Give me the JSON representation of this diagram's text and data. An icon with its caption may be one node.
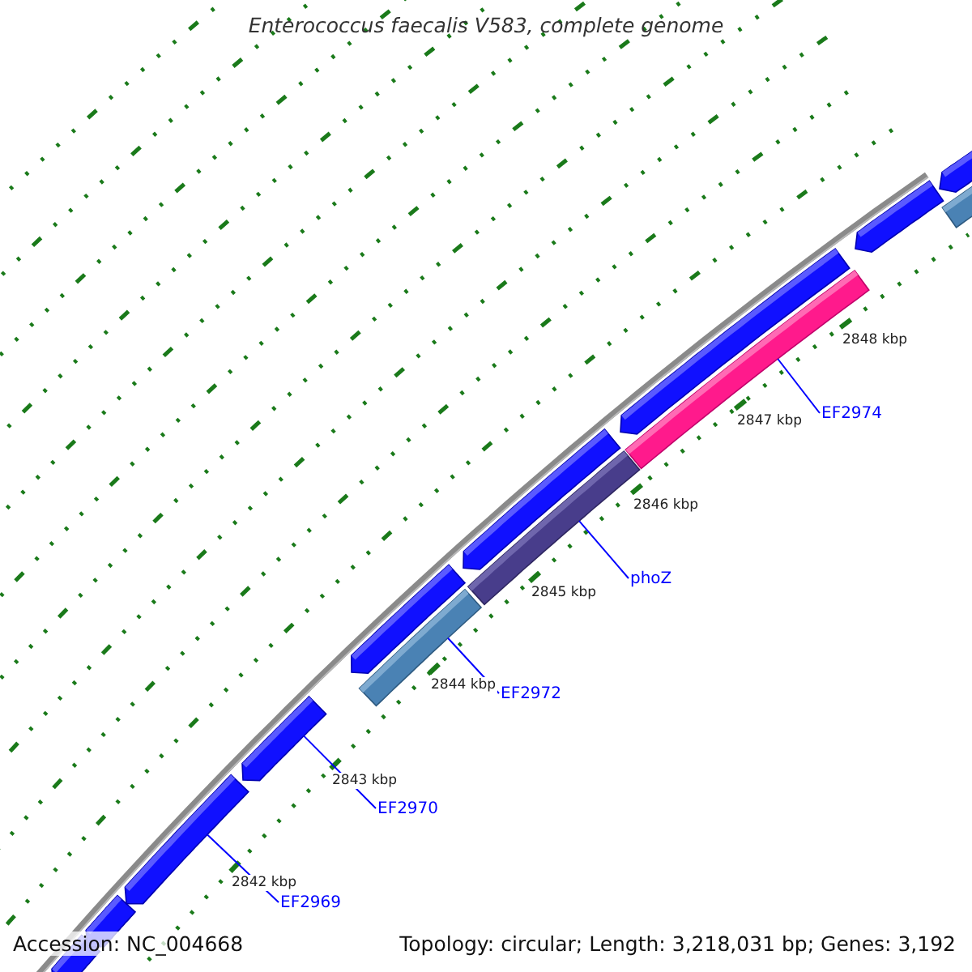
{
  "diagram": {
    "title": "Enterococcus faecalis V583, complete genome",
    "nodes": [
      {
        "text": [],
        "shape": "bar"
      },
      {
        "text": [],
        "shape": "bar"
      },
      {
        "text": [],
        "shape": "bar"
      },
      {
        "text": [],
        "shape": "bar"
      },
      {
        "text": [],
        "shape": "bar"
      },
      {
        "text": [],
        "shape": "bar"
      },
      {
        "text": [],
        "shape": "bar"
      },
      {
        "text": [],
        "shape": "bar"
      },
      {
        "text": [],
        "shape": "bar"
      },
      {
        "text": [],
        "shape": "bar"
      },
      {
        "text": [],
        "shape": "bar"
      },
      {
        "text": [],
        "shape": "bar"
      },
      {
        "text": [],
        "shape": "bar"
      },
      {
        "text": [
          "EF2974"
        ]
      },
      {
        "text": [
          "phoZ"
        ]
      },
      {
        "text": [
          "EF2972"
        ]
      },
      {
        "text": [
          "EF2970"
        ]
      },
      {
        "text": [
          "EF2969"
        ]
      }
    ],
    "edges": [
      {
        "from": 13,
        "to": 9,
        "arrow": "none"
      },
      {
        "from": 14,
        "to": 7,
        "arrow": "none"
      },
      {
        "from": 15,
        "to": 5,
        "arrow": "none"
      },
      {
        "from": 16,
        "to": 3,
        "arrow": "none"
      },
      {
        "from": 17,
        "to": 2,
        "arrow": "none"
      }
    ],
    "labels": [
      "2848 kbp",
      "2847 kbp",
      "2846 kbp",
      "2845 kbp",
      "2844 kbp",
      "2843 kbp",
      "2842 kbp",
      "Accession: NC_004668",
      "Topology: circular; Length: 3,218,031 bp; Genes: 3,192"
    ]
  }
}
